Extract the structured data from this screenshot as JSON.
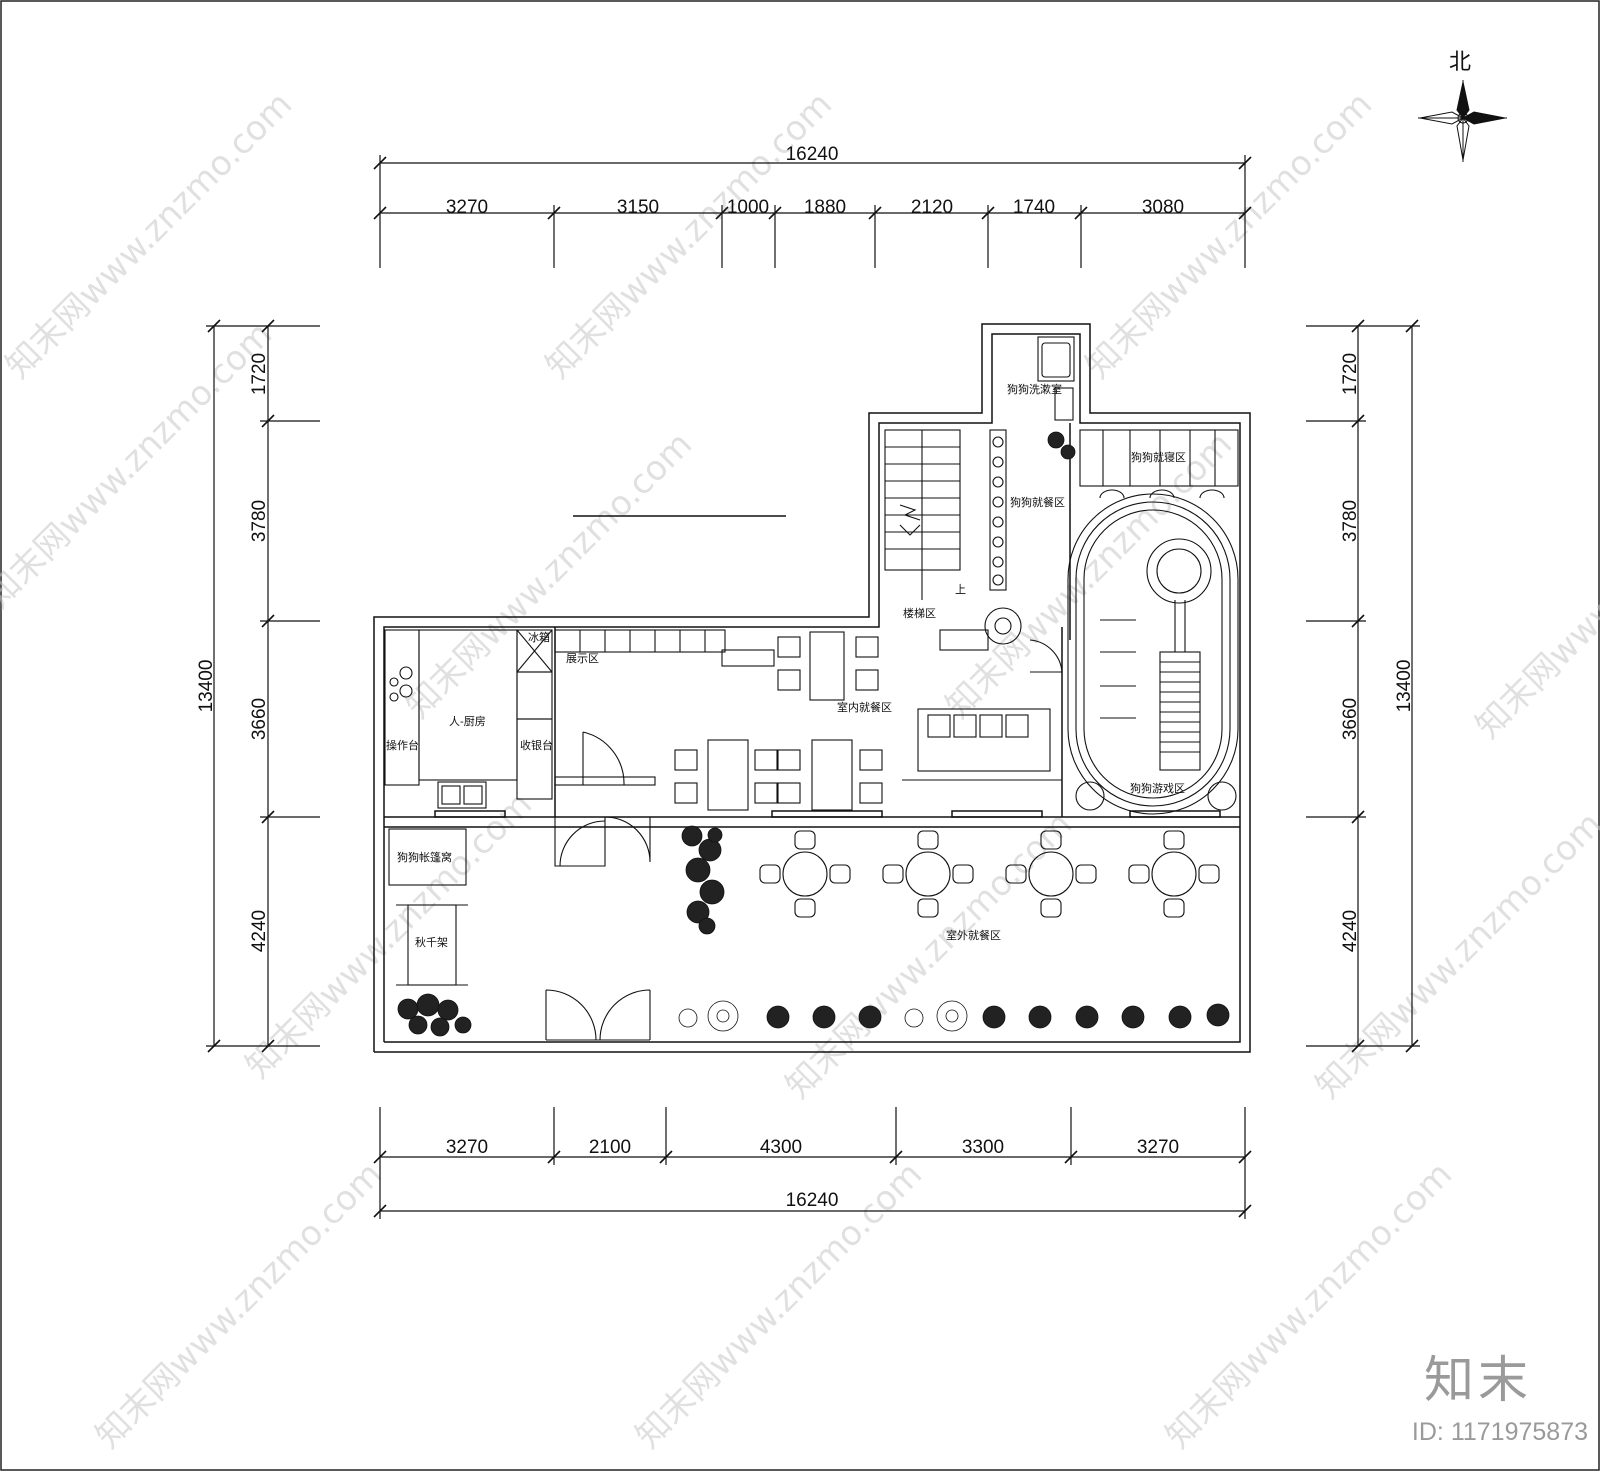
{
  "north_label": "北",
  "top_dimensions": {
    "total": "16240",
    "segments": [
      "3270",
      "3150",
      "1000",
      "1880",
      "2120",
      "1740",
      "3080"
    ]
  },
  "bottom_dimensions": {
    "total": "16240",
    "segments": [
      "3270",
      "2100",
      "4300",
      "3300",
      "3270"
    ]
  },
  "left_dimensions": {
    "total": "13400",
    "segments": [
      "1720",
      "3780",
      "3660",
      "4240"
    ]
  },
  "right_dimensions": {
    "total": "13400",
    "segments": [
      "1720",
      "3780",
      "3660",
      "4240"
    ]
  },
  "rooms": {
    "dog_bath": "狗狗洗漱室",
    "dog_sleep": "狗狗就寝区",
    "dog_dining": "狗狗就餐区",
    "stairs": "楼梯区",
    "stair_up": "上",
    "display": "展示区",
    "kitchen": "人-厨房",
    "workbench": "操作台",
    "cashier": "收银台",
    "indoor_dining": "室内就餐区",
    "dog_play": "狗狗游戏区",
    "dog_tent": "狗狗帐篷窝",
    "swing": "秋千架",
    "outdoor_dining": "室外就餐区",
    "freezer": "冰箱"
  },
  "watermark": "知末网www.znzmo.com",
  "brand": "知末",
  "image_id": "ID: 1171975873"
}
